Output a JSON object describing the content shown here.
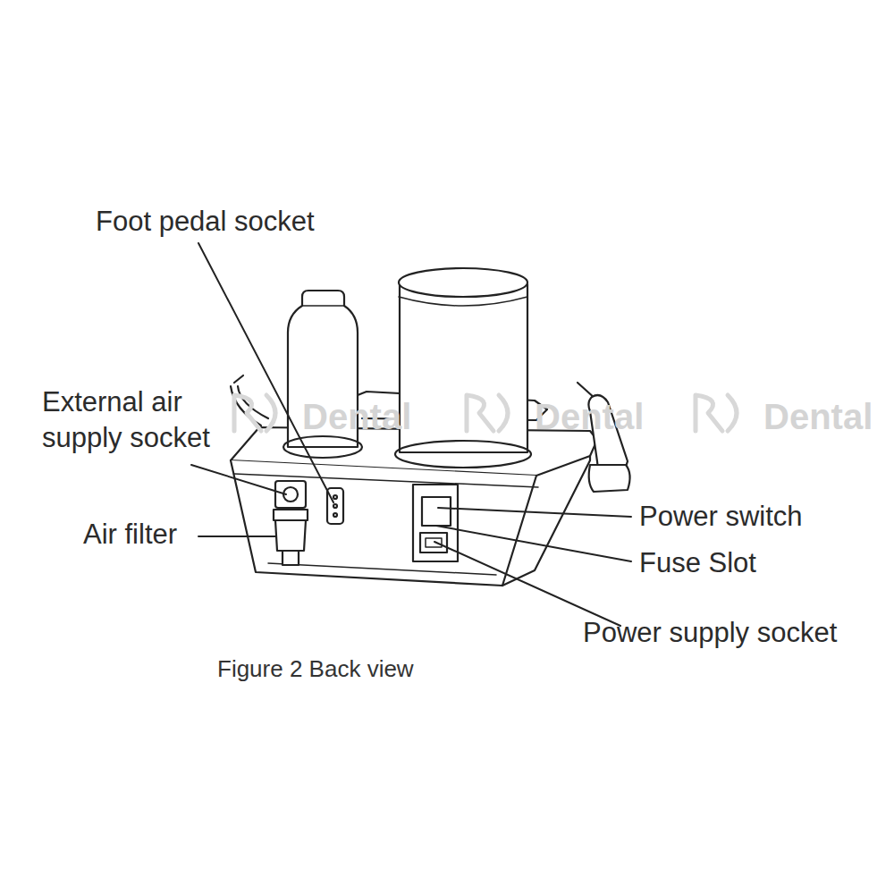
{
  "diagram": {
    "caption": "Figure 2 Back view",
    "labels": [
      "Foot pedal socket",
      "External air supply socket",
      "Air filter",
      "Power switch",
      "Fuse Slot",
      "Power supply socket",
      "Dental",
      "Dental",
      "Dental"
    ]
  }
}
